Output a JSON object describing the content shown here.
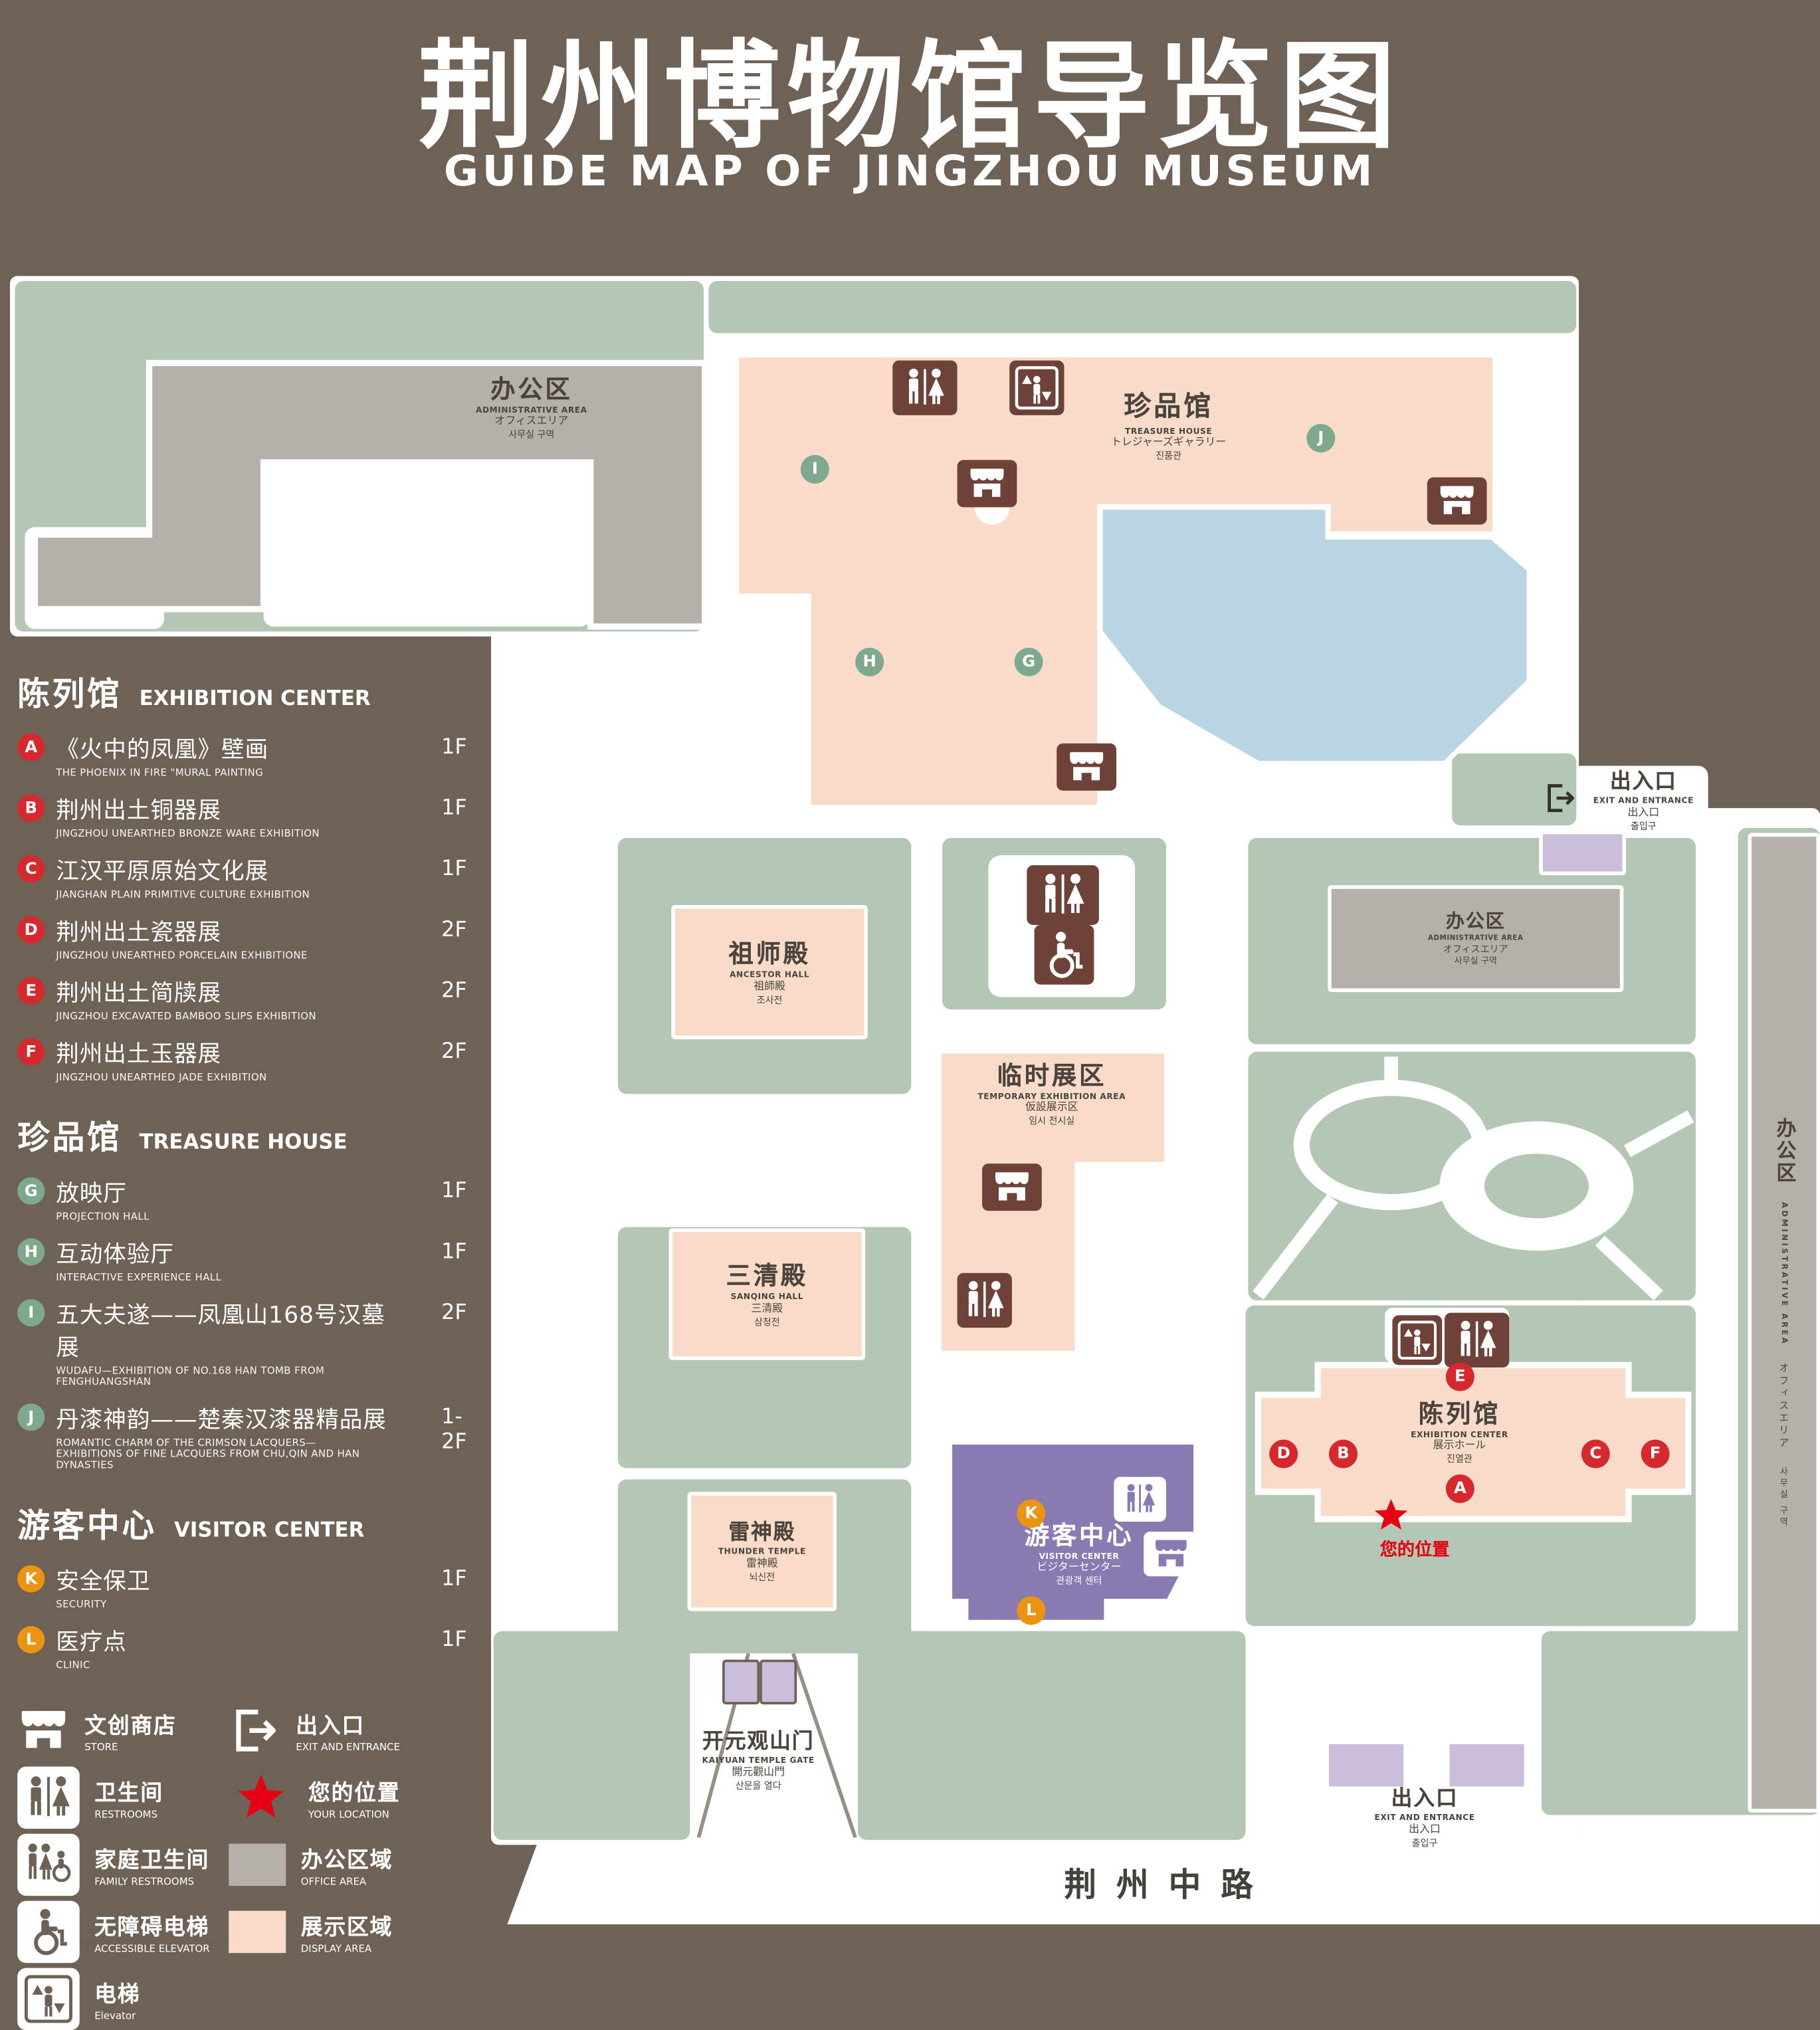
{
  "title": {
    "zh": "荆州博物馆导览图",
    "en": "GUIDE MAP OF JINGZHOU MUSEUM"
  },
  "colors": {
    "background": "#6e6156",
    "lawn": "#b4c6b4",
    "display_area": "#f8dcc9",
    "office_area": "#b6b0aa",
    "water": "#b9d4e3",
    "visitor_center": "#8a7ab2",
    "entrance_block": "#cbbedd",
    "badge_red": "#d6282d",
    "badge_green": "#7fa98e",
    "badge_orange": "#ec9412",
    "icon_brown": "#6f4239",
    "location_red": "#e60012"
  },
  "markers": {
    "a": "A",
    "b": "B",
    "c": "C",
    "d": "D",
    "e": "E",
    "f": "F",
    "g": "G",
    "h": "H",
    "i": "I",
    "j": "J",
    "k": "K",
    "l": "L"
  },
  "legend": {
    "sections": [
      {
        "zh": "陈列馆",
        "en": "EXHIBITION CENTER",
        "items": [
          {
            "letter": "A",
            "zh": "《火中的凤凰》壁画",
            "en": "THE PHOENIX IN FIRE \"MURAL PAINTING",
            "floor": "1F"
          },
          {
            "letter": "B",
            "zh": "荆州出土铜器展",
            "en": "JINGZHOU UNEARTHED BRONZE WARE EXHIBITION",
            "floor": "1F"
          },
          {
            "letter": "C",
            "zh": "江汉平原原始文化展",
            "en": "JIANGHAN PLAIN PRIMITIVE CULTURE EXHIBITION",
            "floor": "1F"
          },
          {
            "letter": "D",
            "zh": "荆州出土瓷器展",
            "en": "JINGZHOU UNEARTHED PORCELAIN EXHIBITIONE",
            "floor": "2F"
          },
          {
            "letter": "E",
            "zh": "荆州出土简牍展",
            "en": "JINGZHOU EXCAVATED BAMBOO SLIPS EXHIBITION",
            "floor": "2F"
          },
          {
            "letter": "F",
            "zh": "荆州出土玉器展",
            "en": "JINGZHOU UNEARTHED JADE EXHIBITION",
            "floor": "2F"
          }
        ]
      },
      {
        "zh": "珍品馆",
        "en": "TREASURE HOUSE",
        "items": [
          {
            "letter": "G",
            "zh": "放映厅",
            "en": "PROJECTION HALL",
            "floor": "1F"
          },
          {
            "letter": "H",
            "zh": "互动体验厅",
            "en": "INTERACTIVE EXPERIENCE HALL",
            "floor": "1F"
          },
          {
            "letter": "I",
            "zh": "五大夫遂——凤凰山168号汉墓展",
            "en": "WUDAFU—EXHIBITION OF NO.168 HAN TOMB FROM FENGHUANGSHAN",
            "floor": "2F"
          },
          {
            "letter": "J",
            "zh": "丹漆神韵——楚秦汉漆器精品展",
            "en": "ROMANTIC CHARM OF THE CRIMSON LACQUERS—EXHIBITIONS OF FINE LACQUERS FROM CHU,QIN AND HAN DYNASTIES",
            "floor": "1-2F"
          }
        ]
      },
      {
        "zh": "游客中心",
        "en": "VISITOR CENTER",
        "items": [
          {
            "letter": "K",
            "zh": "安全保卫",
            "en": "SECURITY",
            "floor": "1F"
          },
          {
            "letter": "L",
            "zh": "医疗点",
            "en": "CLINIC",
            "floor": "1F"
          }
        ]
      }
    ],
    "symbols": [
      {
        "zh": "文创商店",
        "en": "STORE"
      },
      {
        "zh": "出入口",
        "en": "EXIT AND ENTRANCE"
      },
      {
        "zh": "卫生间",
        "en": "RESTROOMS"
      },
      {
        "zh": "您的位置",
        "en": "YOUR LOCATION"
      },
      {
        "zh": "家庭卫生间",
        "en": "FAMILY RESTROOMS"
      },
      {
        "zh": "办公区域",
        "en": "OFFICE AREA"
      },
      {
        "zh": "无障碍电梯",
        "en": "ACCESSIBLE ELEVATOR"
      },
      {
        "zh": "展示区域",
        "en": "DISPLAY AREA"
      },
      {
        "zh": "电梯",
        "en": "Elevator"
      }
    ]
  },
  "map": {
    "admin_nw": {
      "zh": "办公区",
      "en": "ADMINISTRATIVE AREA",
      "ja": "オフィスエリア",
      "ko": "사무실 구역"
    },
    "treasure_house": {
      "zh": "珍品馆",
      "en": "TREASURE HOUSE",
      "ja": "トレジャーズギャラリー",
      "ko": "진품관"
    },
    "ancestor_hall": {
      "zh": "祖师殿",
      "en": "ANCESTOR HALL",
      "ja": "祖師殿",
      "ko": "조사전"
    },
    "temporary_area": {
      "zh": "临时展区",
      "en": "TEMPORARY EXHIBITION AREA",
      "ja": "仮設展示区",
      "ko": "임시 전시실"
    },
    "admin_mid": {
      "zh": "办公区",
      "en": "ADMINISTRATIVE AREA",
      "ja": "オフィスエリア",
      "ko": "사무실 구역"
    },
    "admin_east": {
      "zh": "办公区",
      "en": "ADMINISTRATIVE AREA",
      "ja": "オフィスエリア",
      "ko": "사무실 구역"
    },
    "sanqing_hall": {
      "zh": "三清殿",
      "en": "SANQING HALL",
      "ja": "三清殿",
      "ko": "삼청전"
    },
    "thunder_temple": {
      "zh": "雷神殿",
      "en": "THUNDER TEMPLE",
      "ja": "雷神殿",
      "ko": "뇌신전"
    },
    "visitor_center": {
      "zh": "游客中心",
      "en": "VISITOR CENTER",
      "ja": "ビジターセンター",
      "ko": "관광객 센터"
    },
    "exhibition_center": {
      "zh": "陈列馆",
      "en": "EXHIBITION CENTER",
      "ja": "展示ホール",
      "ko": "진열관"
    },
    "exit_ne": {
      "zh": "出入口",
      "en": "EXIT AND ENTRANCE",
      "ja": "出入口",
      "ko": "출입구"
    },
    "exit_s": {
      "zh": "出入口",
      "en": "EXIT AND ENTRANCE",
      "ja": "出入口",
      "ko": "출입구"
    },
    "gate": {
      "zh": "开元观山门",
      "en": "KAIYUAN TEMPLE GATE",
      "ja": "開元觀山門",
      "ko": "산문을 열다"
    },
    "your_location": "您的位置",
    "road": "荆州中路"
  }
}
